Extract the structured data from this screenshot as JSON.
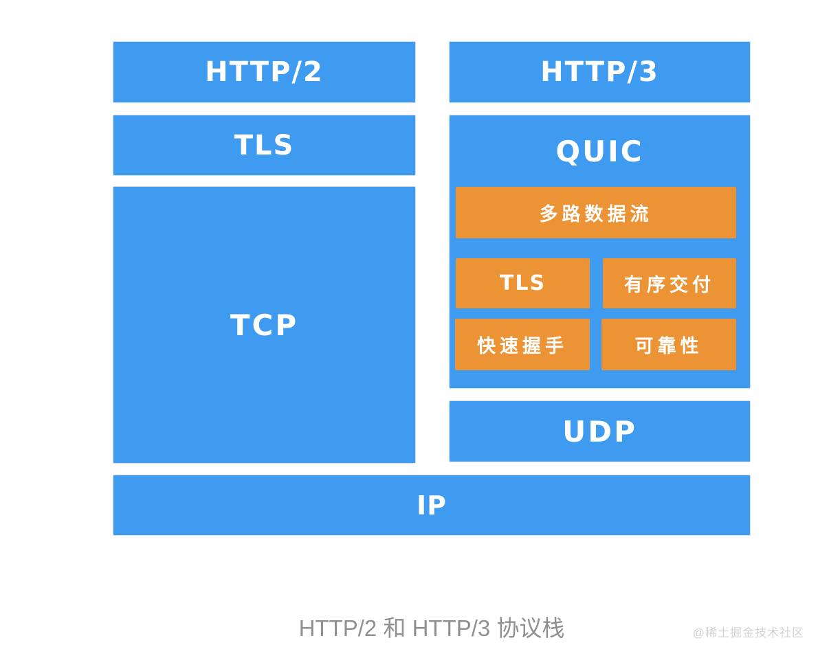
{
  "colors": {
    "box_blue": "#3f9bf0",
    "box_orange": "#ec9335",
    "box_text": "#ffffff",
    "caption_text": "#909090",
    "watermark_text": "#d2d2d2",
    "background": "#ffffff"
  },
  "diagram": {
    "left_stack": {
      "http2": "HTTP/2",
      "tls": "TLS",
      "tcp": "TCP"
    },
    "right_stack": {
      "http3": "HTTP/3",
      "quic": {
        "label": "QUIC",
        "features": {
          "multiplex": "多路数据流",
          "tls": "TLS",
          "ordered": "有序交付",
          "handshake": "快速握手",
          "reliability": "可靠性"
        }
      },
      "udp": "UDP"
    },
    "ip": "IP"
  },
  "caption": "HTTP/2 和 HTTP/3 协议栈",
  "watermark": "@稀土掘金技术社区"
}
